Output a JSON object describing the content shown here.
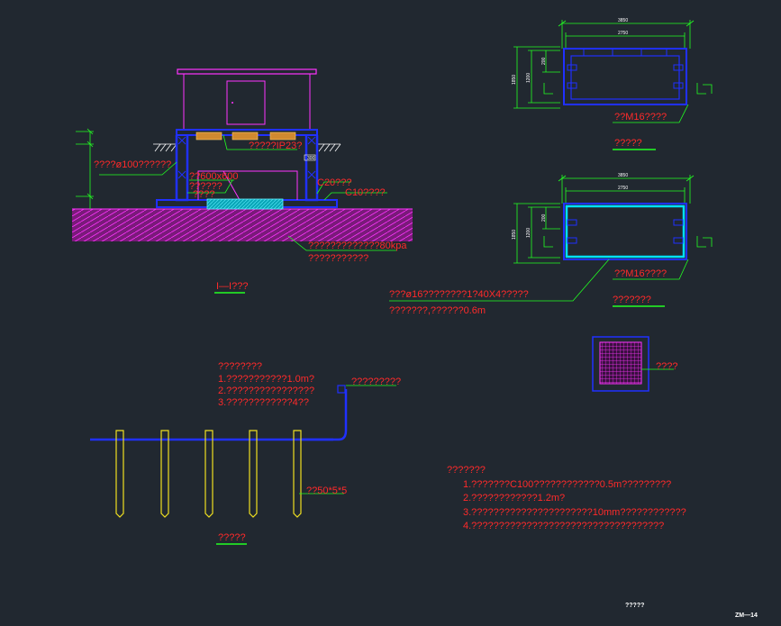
{
  "section": {
    "ground_note": "????ø100??????",
    "cable_note": "?????IP23?",
    "door_note": "??600x600",
    "door_note2": "??????",
    "door_note3": "????",
    "label_300": "300",
    "c20_note": "C20???",
    "c10_note": "C10????",
    "soil_note": "?????????????80kpa",
    "soil_note2": "???????????",
    "title": "I—I???"
  },
  "top_plan": {
    "dim_outer": "3850",
    "dim_inner": "2750",
    "dim_left_outer": "1850",
    "dim_left_inner": "1200",
    "dim_small": "200",
    "note": "??M16????",
    "title": "?????"
  },
  "bottom_plan": {
    "dim_outer": "3850",
    "dim_inner": "2750",
    "dim_left_outer": "1850",
    "dim_left_inner": "1200",
    "dim_small": "200",
    "note": "??M16????",
    "title": "???????",
    "rebar_note": "???ø16????????1?40X4?????",
    "rebar_note2": "???????,??????0.6m"
  },
  "small_plan": {
    "note": "????"
  },
  "grounding": {
    "notes_title": "????????",
    "note1": "1.???????????1.0m?",
    "note2": "2.????????????????",
    "note3": "3.????????????4??",
    "lead_note": "?????????",
    "pole_note": "??50*5*5",
    "title": "?????"
  },
  "general_notes": {
    "title": "???????",
    "note1": "1.???????C100????????????0.5m?????????",
    "note2": "2.????????????1.2m?",
    "note3": "3.??????????????????????10mm????????????",
    "note4": "4.???????????????????????????????????"
  },
  "footer": {
    "caption": "?????",
    "sheet": "ZM—14"
  }
}
